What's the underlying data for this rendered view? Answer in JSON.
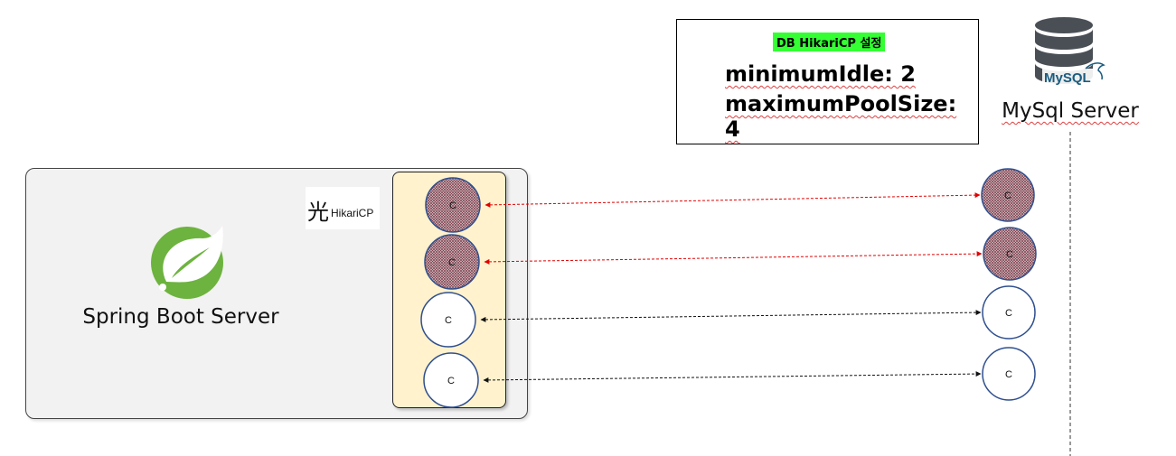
{
  "config": {
    "title": "DB HikariCP 설정",
    "lines": [
      "minimumIdle: 2",
      "maximumPoolSize: 4"
    ]
  },
  "mysql": {
    "label": "MySql Server",
    "logo_text": "MySQL"
  },
  "spring": {
    "label": "Spring Boot Server"
  },
  "hikari": {
    "kanji": "光",
    "name": "HikariCP"
  },
  "connections": [
    {
      "label": "C",
      "state": "active"
    },
    {
      "label": "C",
      "state": "active"
    },
    {
      "label": "C",
      "state": "idle"
    },
    {
      "label": "C",
      "state": "idle"
    }
  ],
  "colors": {
    "active_arrow": "#e00000",
    "idle_arrow": "#111111",
    "circle_stroke": "#2f4f8f",
    "active_fill": "#c0a0a8",
    "pool_bg": "#fff2cc",
    "config_highlight": "#33ff33",
    "spring_green": "#6db33f"
  }
}
